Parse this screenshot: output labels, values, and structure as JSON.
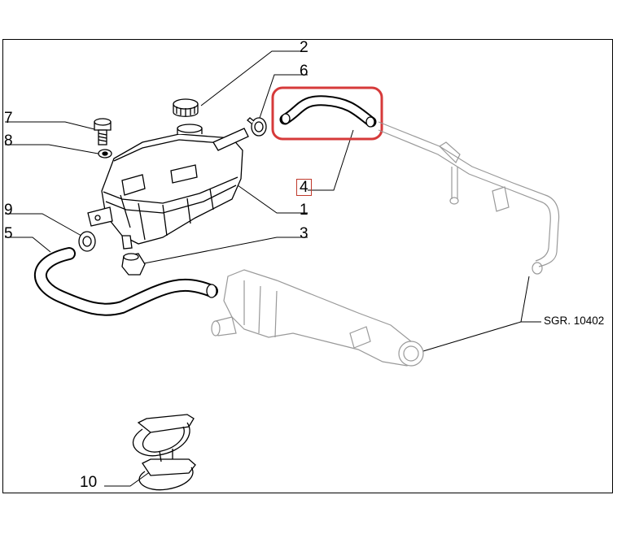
{
  "diagram": {
    "reference": "SGR. 10402",
    "callouts": {
      "c1": "1",
      "c2": "2",
      "c3": "3",
      "c4": "4",
      "c5": "5",
      "c6": "6",
      "c7": "7",
      "c8": "8",
      "c9": "9",
      "c10": "10"
    },
    "highlight_color": "#d63a3a"
  }
}
